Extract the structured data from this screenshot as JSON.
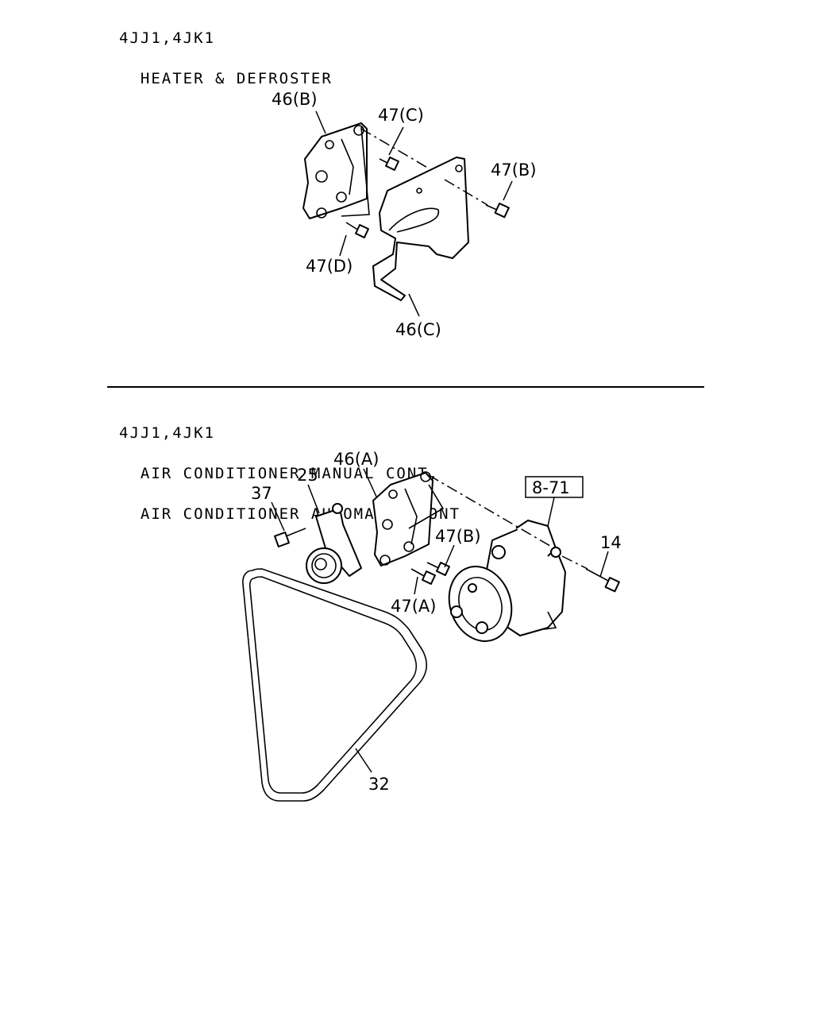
{
  "sections": [
    {
      "model": "4JJ1,4JK1",
      "lines": [
        "HEATER & DEFROSTER"
      ]
    },
    {
      "model": "4JJ1,4JK1",
      "lines": [
        "AIR CONDITIONER MANUAL CONT,",
        "AIR CONDITIONER AUTOMATIC CONT"
      ]
    }
  ],
  "callouts": {
    "p46b": "46(B)",
    "p47c": "47(C)",
    "p47b_top": "47(B)",
    "p47d": "47(D)",
    "p46c": "46(C)",
    "p46a": "46(A)",
    "p25": "25",
    "p37": "37",
    "p8_71": "8-71",
    "p14": "14",
    "p47b_bottom": "47(B)",
    "p47a": "47(A)",
    "p32": "32"
  }
}
